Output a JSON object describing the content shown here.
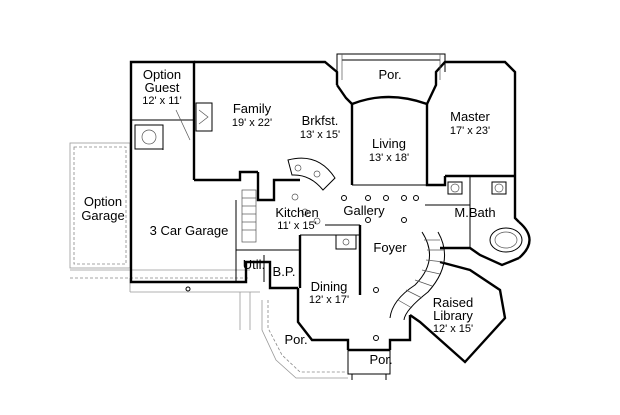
{
  "rooms": {
    "option_guest": {
      "name": "Option\nGuest",
      "size": "12' x 11'"
    },
    "family": {
      "name": "Family",
      "size": "19' x 22'"
    },
    "breakfast": {
      "name": "Brkfst.",
      "size": "13' x 15'"
    },
    "porch_top": {
      "name": "Por."
    },
    "master": {
      "name": "Master",
      "size": "17' x 23'"
    },
    "living": {
      "name": "Living",
      "size": "13' x 18'"
    },
    "option_garage": {
      "name": "Option\nGarage"
    },
    "kitchen": {
      "name": "Kitchen",
      "size": "11' x 15'"
    },
    "gallery": {
      "name": "Gallery"
    },
    "master_bath": {
      "name": "M.Bath"
    },
    "three_car_garage": {
      "name": "3 Car Garage"
    },
    "foyer": {
      "name": "Foyer"
    },
    "utility": {
      "name": "Util."
    },
    "bp": {
      "name": "B.P."
    },
    "dining": {
      "name": "Dining",
      "size": "12' x 17'"
    },
    "raised_library": {
      "name": "Raised\nLibrary",
      "size": "12' x 15'"
    },
    "porch_left": {
      "name": "Por."
    },
    "porch_front": {
      "name": "Por."
    }
  },
  "colors": {
    "walls": "#000000",
    "background": "#ffffff",
    "porch_lines": "#888888"
  }
}
